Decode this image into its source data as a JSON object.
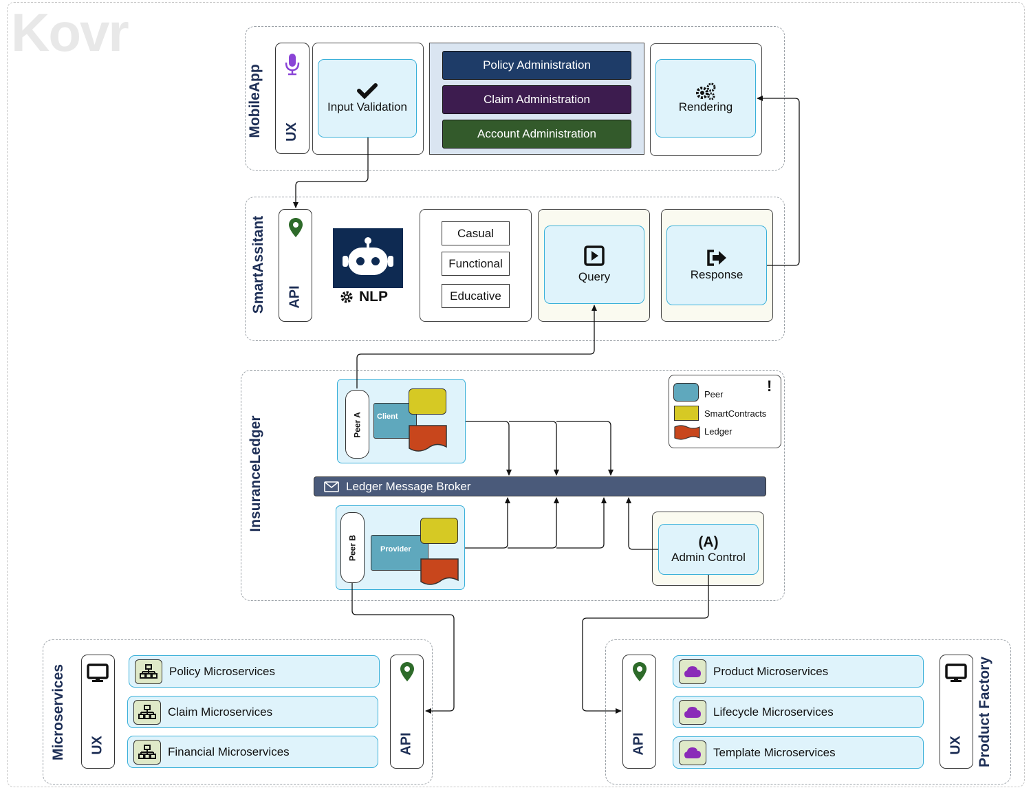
{
  "logo": {
    "text": "Kovr"
  },
  "mobile_app": {
    "title": "MobileApp",
    "ux_label": "UX",
    "input_validation": "Input Validation",
    "admin_items": [
      {
        "label": "Policy Administration",
        "color": "#1e3c68"
      },
      {
        "label": "Claim Administration",
        "color": "#3d1c4f"
      },
      {
        "label": "Account Administration",
        "color": "#335a2b"
      }
    ],
    "rendering": "Rendering"
  },
  "smart_assistant": {
    "title": "SmartAssitant",
    "api_label": "API",
    "nlp_label": "NLP",
    "modes": [
      "Casual",
      "Functional",
      "Educative"
    ],
    "query": "Query",
    "response": "Response"
  },
  "insurance_ledger": {
    "title": "InsuranceLedger",
    "peer_a": "Peer A",
    "client": "Client",
    "peer_b": "Peer B",
    "provider": "Provider",
    "broker": "Ledger Message Broker",
    "admin_control": "Admin Control",
    "admin_icon_text": "(A)",
    "legend": [
      {
        "label": "Peer",
        "color": "#5fa8bd"
      },
      {
        "label": "SmartContracts",
        "color": "#d6c924"
      },
      {
        "label": "Ledger",
        "color": "#c8461c"
      }
    ]
  },
  "microservices": {
    "title": "Microservices",
    "ux_label": "UX",
    "api_label": "API",
    "items": [
      "Policy Microservices",
      "Claim Microservices",
      "Financial Microservices"
    ]
  },
  "product_factory": {
    "title": "Product Factory",
    "ux_label": "UX",
    "api_label": "API",
    "items": [
      "Product Microservices",
      "Lifecycle Microservices",
      "Template Microservices"
    ]
  },
  "colors": {
    "navy": "#1e2f56",
    "broker_bar": "#4a5a7a",
    "light_blue_fill": "#dff3fb",
    "light_blue_border": "#3ab0d9",
    "nlp_bg": "#0e2a52",
    "location_icon": "#2e6b2a",
    "mic_icon": "#8a44d6",
    "cloud_icon": "#8a2bb8"
  }
}
